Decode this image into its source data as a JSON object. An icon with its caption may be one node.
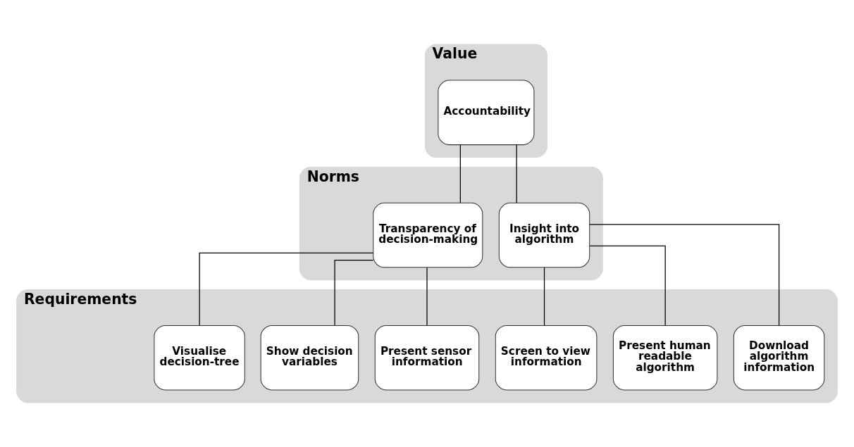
{
  "diagram": {
    "nodes": [
      {
        "text": [
          "Value"
        ]
      },
      {
        "text": [
          "Accountability"
        ],
        "in": 0
      },
      {
        "text": [
          "Norms"
        ]
      },
      {
        "text": [
          "Transparency of decision-making"
        ],
        "in": 2
      },
      {
        "text": [
          "Insight into algorithm"
        ],
        "in": 2
      },
      {
        "text": [
          "Requirements"
        ]
      },
      {
        "text": [
          "Visualise decision-tree"
        ],
        "in": 5
      },
      {
        "text": [
          "Show decision variables"
        ],
        "in": 5
      },
      {
        "text": [
          "Present sensor information"
        ],
        "in": 5
      },
      {
        "text": [
          "Screen to view information"
        ],
        "in": 5
      },
      {
        "text": [
          "Present human readable algorithm"
        ],
        "in": 5
      },
      {
        "text": [
          "Download algorithm information"
        ],
        "in": 5
      }
    ],
    "edges": [
      {
        "from": 1,
        "to": 3,
        "arrow": "none"
      },
      {
        "from": 1,
        "to": 4,
        "arrow": "none"
      },
      {
        "from": 3,
        "to": 6,
        "arrow": "none"
      },
      {
        "from": 3,
        "to": 7,
        "arrow": "none"
      },
      {
        "from": 3,
        "to": 8,
        "arrow": "none"
      },
      {
        "from": 4,
        "to": 9,
        "arrow": "none"
      },
      {
        "from": 4,
        "to": 10,
        "arrow": "none"
      },
      {
        "from": 4,
        "to": 11,
        "arrow": "none"
      }
    ]
  }
}
